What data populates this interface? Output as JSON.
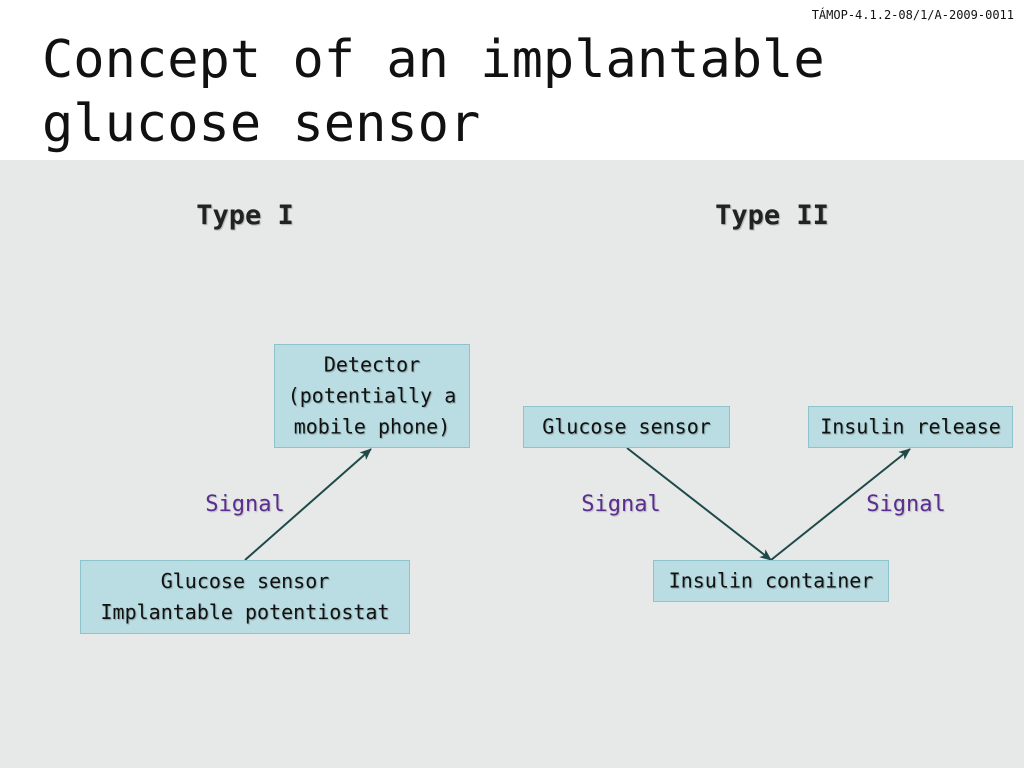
{
  "header": {
    "project_code": "TÁMOP-4.1.2-08/1/A-2009-0011",
    "title": "Concept of an implantable\nglucose sensor"
  },
  "type1": {
    "heading": "Type I",
    "detector_box": "Detector\n(potentially a\nmobile phone)",
    "sensor_box": "Glucose sensor\nImplantable potentiostat",
    "signal_label": "Signal"
  },
  "type2": {
    "heading": "Type II",
    "sensor_box": "Glucose sensor",
    "insulin_release_box": "Insulin release",
    "insulin_container_box": "Insulin container",
    "signal_left_label": "Signal",
    "signal_right_label": "Signal"
  },
  "colors": {
    "box_fill": "#b9dde2",
    "box_border": "#8fc3cb",
    "arrow": "#1f4a4a",
    "signal_text": "#5b2d91",
    "content_background": "#e7e9e8"
  }
}
